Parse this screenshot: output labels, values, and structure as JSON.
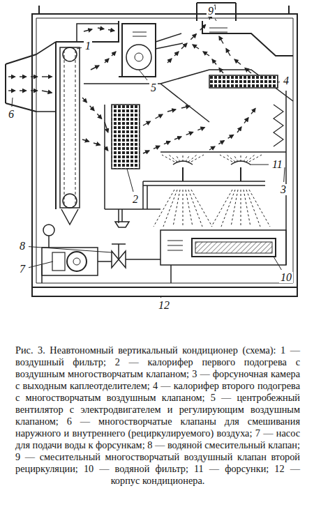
{
  "diagram": {
    "caption": "Рис. 3. Неавтономный вертикальный кондиционер (схема): 1 — воздушный фильтр; 2 — калорифер первого подогрева с воздушным многостворчатым клапаном; 3 — форсуночная камера с выходным каплеотделителем; 4 — калорифер второго подогрева с многостворчатым воздушным клапаном; 5 — центробежный вентилятор с электродвигателем и регулирующим воздушным клапаном; 6 — многостворчатые клапаны для смешивания наружного и внутреннего (рециркулируемого) воздуха; 7 — насос для подачи воды к форсункам; 8 — водяной смесительный клапан; 9 — смесительный многостворчатый воздушный клапан второй рециркуляции; 10 — водяной фильтр; 11 — форсунки; 12 — корпус кондиционера.",
    "labels": [
      "9",
      "5",
      "4",
      "6",
      "1",
      "2",
      "11",
      "3",
      "8",
      "10",
      "7",
      "12"
    ]
  }
}
